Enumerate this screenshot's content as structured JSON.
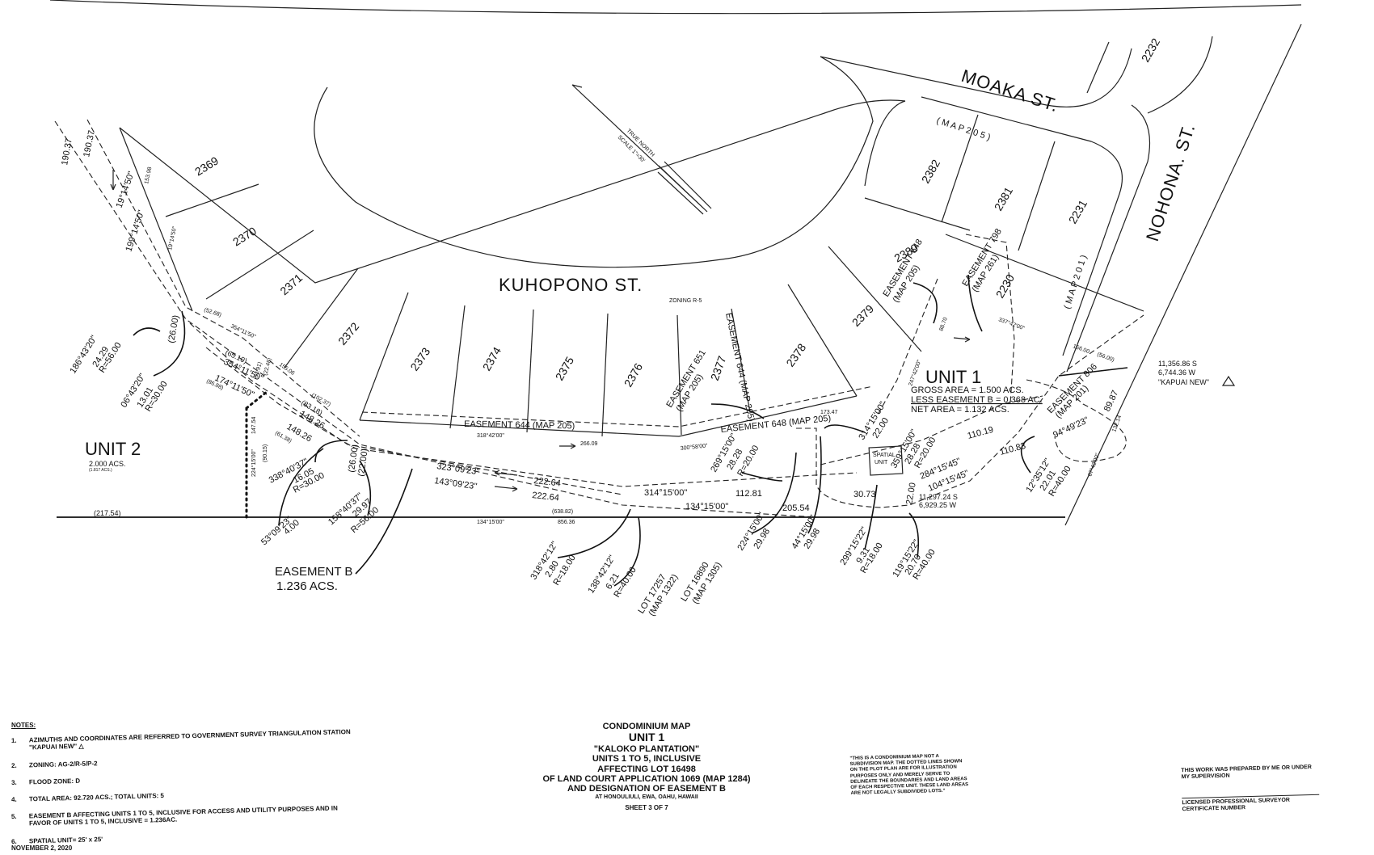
{
  "streets": {
    "moaka": "MOAKA ST.",
    "nohona": "NOHONA. ST.",
    "kuhopono": "KUHOPONO ST.",
    "zoning_mark": "ZONING R-5"
  },
  "north_arrow": {
    "line1": "TRUE NORTH",
    "line2": "SCALE 1\"=30'"
  },
  "lots": {
    "l2232": "2232",
    "l2382": "2382",
    "l2381": "2381",
    "l2231": "2231",
    "l2380": "2380",
    "l2230": "2230",
    "l2369": "2369",
    "l2370": "2370",
    "l2371": "2371",
    "l2372": "2372",
    "l2373": "2373",
    "l2374": "2374",
    "l2375": "2375",
    "l2376": "2376",
    "l2377": "2377",
    "l2378": "2378",
    "l2379": "2379",
    "map205_top": "( M A P   2 0 5 )",
    "map201_side": "( M A P   2 0 1 )"
  },
  "easements": {
    "e648_top": "EASEMENT 648",
    "e648_top_map": "(MAP 205)",
    "e798": "EASEMENT 798",
    "e798_map": "(MAP 261)",
    "e644_vert": "EASEMENT 644 (MAP 205)",
    "e651": "EASEMENT 651",
    "e651_map": "(MAP 205)",
    "e644_horiz": "EASEMENT 644 (MAP 205)",
    "e648_horiz": "EASEMENT 648 (MAP 205)",
    "e806": "EASEMENT 806",
    "e806_map": "(MAP 201)",
    "easement_b": "EASEMENT B",
    "easement_b_area": "1.236 ACS."
  },
  "unit1": {
    "title": "UNIT 1",
    "gross": "GROSS AREA = 1.500 ACS.",
    "less": "LESS EASEMENT B = 0.368 AC.",
    "net": "NET AREA      =  1.132  ACS.",
    "spatial1": "SPATIAL",
    "spatial2": "UNIT"
  },
  "unit2": {
    "title": "UNIT 2",
    "area": "2.000 ACS.",
    "sub": "(1.817 ACS.)"
  },
  "kapuai": {
    "coord1": "11,356.86  S",
    "coord2": "6,744.36  W",
    "name": "\"KAPUAI NEW\""
  },
  "coord_point": {
    "c1": "11,297.24  S",
    "c2": "6,929.25  W"
  },
  "dims": {
    "left_a": "190.37",
    "left_b": "190.37",
    "left_c": "19°14'50\"",
    "left_d": "199°14'50\"",
    "d153": "153.98",
    "d19": "19°14'50\"",
    "c186_1": "186°43'20\"",
    "c186_2": "24.29",
    "c186_3": "R=56.00",
    "c6_1": "06°43'20\"",
    "c6_2": "13.01",
    "c6_3": "R=30.00",
    "d26a": "(26.00)",
    "d52": "(52.68)",
    "b354a": "354°11'50\"",
    "d155": "155.06",
    "d65": "(65.10)",
    "b354b": "354°11'50\"",
    "d22_48": "(22.48)",
    "d33": "(33.91)",
    "b174": "174°11'50\"",
    "d86": "(86.88)",
    "d83": "(83.18)",
    "d148a": "148.26",
    "d148b": "148.26",
    "d102": "(102.37)",
    "d81": "(61.38)",
    "d147": "147.54",
    "b224a": "224°15'00\"",
    "d90": "(90.15)",
    "c338_1": "338°40'37\"",
    "c338_2": "16.05",
    "c338_3": "R=30.00",
    "c53_1": "53°09'23\"",
    "c53_2": "4.00",
    "c158_1": "158°40'37\"",
    "c158_2": "29.97",
    "c158_3": "R=56.00",
    "d26b": "(26.00)",
    "d22b": "(22.00)",
    "d217": "(217.54)",
    "b318a": "318°42'00\"",
    "d266": "266.09",
    "b300": "300°58'00\"",
    "d173": "173.47",
    "b323": "323°09'23\"",
    "b143": "143°09'23\"",
    "d222a": "222.64",
    "d222b": "222.64",
    "d638": "(638.82)",
    "b134a": "134°15'00\"",
    "d856": "856.36",
    "b314a": "314°15'00\"",
    "d112": "112.81",
    "b134b": "134°15'00\"",
    "d205": "205.54",
    "c318_1": "318°42'12\"",
    "c318_2": "2.80",
    "c318_3": "R=18.00",
    "c138_1": "138°42'12\"",
    "c138_2": "6.21",
    "c138_3": "R=40.00",
    "lot17257": "LOT 17257",
    "lot17257m": "(MAP 1322)",
    "lot16890": "LOT 16890",
    "lot16890m": "(MAP 1305)",
    "c269_1": "269°15'00\"",
    "c269_2": "28.28",
    "c269_3": "R=20.00",
    "c224_1": "224°15'00\"",
    "c224_2": "29.98",
    "c44_1": "44°15'00\"",
    "c44_2": "29.98",
    "c314_1": "314°15'00\"",
    "c314_2": "22.00",
    "c359_1": "359°15'00\"",
    "c359_2": "28.28",
    "c359_3": "R=20.00",
    "d30": "30.73",
    "d22c": "22.00",
    "b284": "284°15'45\"",
    "b104": "104°15'45\"",
    "d110a": "110.19",
    "d110b": "110.83",
    "c299_1": "299°15'22\"",
    "c299_2": "9.31",
    "c299_3": "R=18.00",
    "c119_1": "119°15'22\"",
    "c119_2": "20.70",
    "c119_3": "R=40.00",
    "c12_1": "12°35'12\"",
    "c12_2": "22.01",
    "c12_3": "R=40.00",
    "b94": "94°49'23\"",
    "d89": "89.87",
    "d132": "132.14",
    "b67": "67°42'00\"",
    "b337": "337°42'00\"",
    "d156": "156.00",
    "d56": "(56.00)",
    "b247": "247°42'00\"",
    "d88": "88.70"
  },
  "notes": {
    "title": "NOTES:",
    "items": [
      {
        "num": "1.",
        "text": "AZIMUTHS AND COORDINATES ARE REFERRED TO GOVERNMENT SURVEY TRIANGULATION STATION \"KAPUAI NEW\" △"
      },
      {
        "num": "2.",
        "text": "ZONING:   AG-2/R-5/P-2"
      },
      {
        "num": "3.",
        "text": "FLOOD ZONE:  D"
      },
      {
        "num": "4.",
        "text": "TOTAL AREA:  92.720 ACS.;   TOTAL UNITS: 5"
      },
      {
        "num": "5.",
        "text": "EASEMENT  B  AFFECTING UNITS 1 TO 5, INCLUSIVE FOR ACCESS AND UTILITY PURPOSES AND IN FAVOR OF UNITS 1 TO 5, INCLUSIVE = 1.236AC."
      },
      {
        "num": "6.",
        "text": "SPATIAL UNIT= 25' x 25'"
      }
    ]
  },
  "title_block": {
    "l1": "CONDOMINIUM MAP",
    "l2": "UNIT 1",
    "l3": "\"KALOKO PLANTATION\"",
    "l4": "UNITS 1 TO 5, INCLUSIVE",
    "l5": "AFFECTING LOT 16498",
    "l6": "OF LAND COURT APPLICATION 1069 (MAP 1284)",
    "l7": "AND DESIGNATION OF EASEMENT B",
    "l8": "AT HONOULIULI, EWA, OAHU, HAWAII",
    "sheet": "SHEET  3 OF 7"
  },
  "disclaimer": "\"THIS IS A CONDOMINIUM MAP NOT A SUBDIVISION MAP. THE DOTTED LINES SHOWN ON THE PLOT PLAN ARE FOR ILLUSTRATION PURPOSES ONLY AND MERELY SERVE TO DELINEATE THE BOUNDARIES AND LAND AREAS OF EACH RESPECTIVE UNIT. THESE LAND AREAS ARE NOT LEGALLY SUBDIVIDED LOTS.\"",
  "surveyor": {
    "l1": "THIS WORK WAS PREPARED BY ME OR UNDER MY SUPERVISION",
    "l2": "LICENSED PROFESSIONAL SURVEYOR",
    "l3": "CERTIFICATE NUMBER"
  },
  "date": "NOVEMBER 2, 2020"
}
